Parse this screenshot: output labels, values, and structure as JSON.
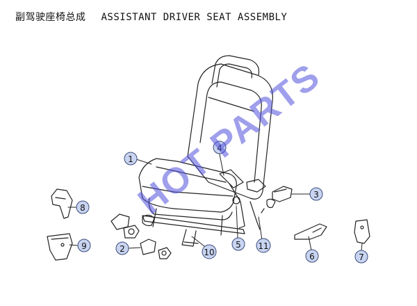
{
  "header": {
    "title_zh": "副驾驶座椅总成",
    "title_en": "ASSISTANT DRIVER SEAT ASSEMBLY"
  },
  "watermark": {
    "text": "HOT PARTS"
  },
  "callouts": [
    {
      "id": "1",
      "label": "1"
    },
    {
      "id": "2",
      "label": "2"
    },
    {
      "id": "3",
      "label": "3"
    },
    {
      "id": "4",
      "label": "4"
    },
    {
      "id": "5",
      "label": "5"
    },
    {
      "id": "6",
      "label": "6"
    },
    {
      "id": "7",
      "label": "7"
    },
    {
      "id": "8",
      "label": "8"
    },
    {
      "id": "9",
      "label": "9"
    },
    {
      "id": "10",
      "label": "10"
    },
    {
      "id": "11",
      "label": "11"
    }
  ],
  "colors": {
    "callout_fill": "#c8d4f0",
    "callout_stroke": "#3a4a7a",
    "line": "#222222",
    "watermark": "#5050dc"
  }
}
